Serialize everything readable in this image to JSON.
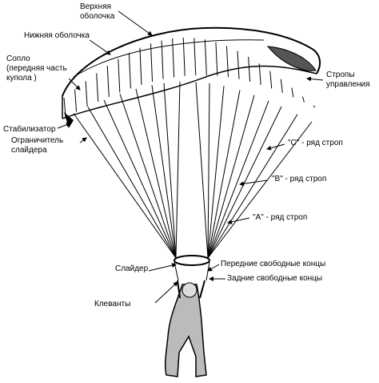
{
  "labels": {
    "upper_skin": [
      "Верхняя",
      "оболочка"
    ],
    "lower_skin": "Нижняя оболочка",
    "nose": [
      "Сопло",
      "(передняя часть",
      "купола )"
    ],
    "control_lines": [
      "Стропы",
      "управления"
    ],
    "stabilizer": "Стабилизатор",
    "slider_stop": [
      "Ограничитель",
      "слайдера"
    ],
    "c_row": "\"С\" - ряд строп",
    "b_row": "\"В\" - ряд строп",
    "a_row": "\"А\" - ряд строп",
    "front_risers": "Передние свободные концы",
    "rear_risers": "Задние свободные концы",
    "slider": "Слайдер",
    "toggles": "Клеванты"
  }
}
